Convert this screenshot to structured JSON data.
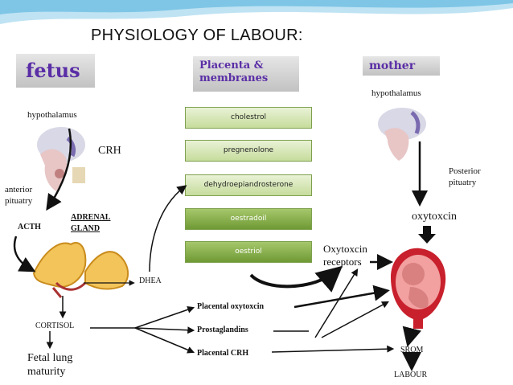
{
  "title": "PHYSIOLOGY OF LABOUR:",
  "headers": {
    "fetus": "fetus",
    "placenta": "Placenta & membranes",
    "mother": "mother"
  },
  "fetus": {
    "hypothalamus": "hypothalamus",
    "crh": "CRH",
    "anterior_pituitary": "anterior pituatry",
    "acth": "ACTH",
    "adrenal_gland": "ADRENAL GLAND",
    "dhea": "DHEA",
    "cortisol": "CORTISOL",
    "fetal_lung": "Fetal lung maturity"
  },
  "placenta_steps": [
    "cholestrol",
    "pregnenolone",
    "dehydroepiandrosterone",
    "oestradoil",
    "oestriol"
  ],
  "outputs": {
    "oxytocin": "Placental oxytoxcin",
    "prostaglandins": "Prostaglandins",
    "crh": "Placental CRH"
  },
  "mother": {
    "hypothalamus": "hypothalamus",
    "posterior_pituitary": "Posterior pituatry",
    "oxytocin": "oxytoxcin",
    "receptors": "Oxytoxcin receptors",
    "srom": "SROM",
    "labour": "LABOUR"
  },
  "colors": {
    "header_text": "#5a2ea6",
    "box_light": "#c6dc9c",
    "box_dark": "#6f9a35",
    "banner": "#7fc6e6"
  }
}
